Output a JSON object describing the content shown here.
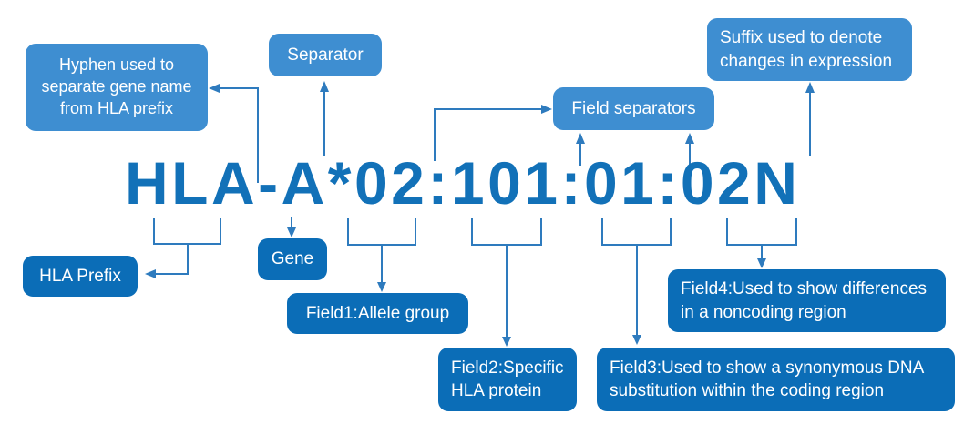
{
  "diagram": {
    "title_semantics": "HLA allele nomenclature explanation",
    "main_text": "HLA-A*02:101:01:02N",
    "colors": {
      "background": "#ffffff",
      "light_box": "#3E8ED1",
      "dark_box": "#0B6DB7",
      "main_text": "#1271B8",
      "connector_line": "#2E7BBE",
      "box_text": "#ffffff"
    },
    "callouts": {
      "hyphen_note": "Hyphen used to\nseparate gene name\nfrom HLA prefix",
      "separator": "Separator",
      "field_separators": "Field separators",
      "suffix": "Suffix used to denote\nchanges in expression",
      "hla_prefix": "HLA Prefix",
      "gene": "Gene",
      "field1": "Field1:Allele group",
      "field2": "Field2:Specific\nHLA protein",
      "field3": "Field3:Used to show a synonymous DNA\nsubstitution within the coding region",
      "field4": "Field4:Used to show differences\nin a noncoding region"
    }
  }
}
